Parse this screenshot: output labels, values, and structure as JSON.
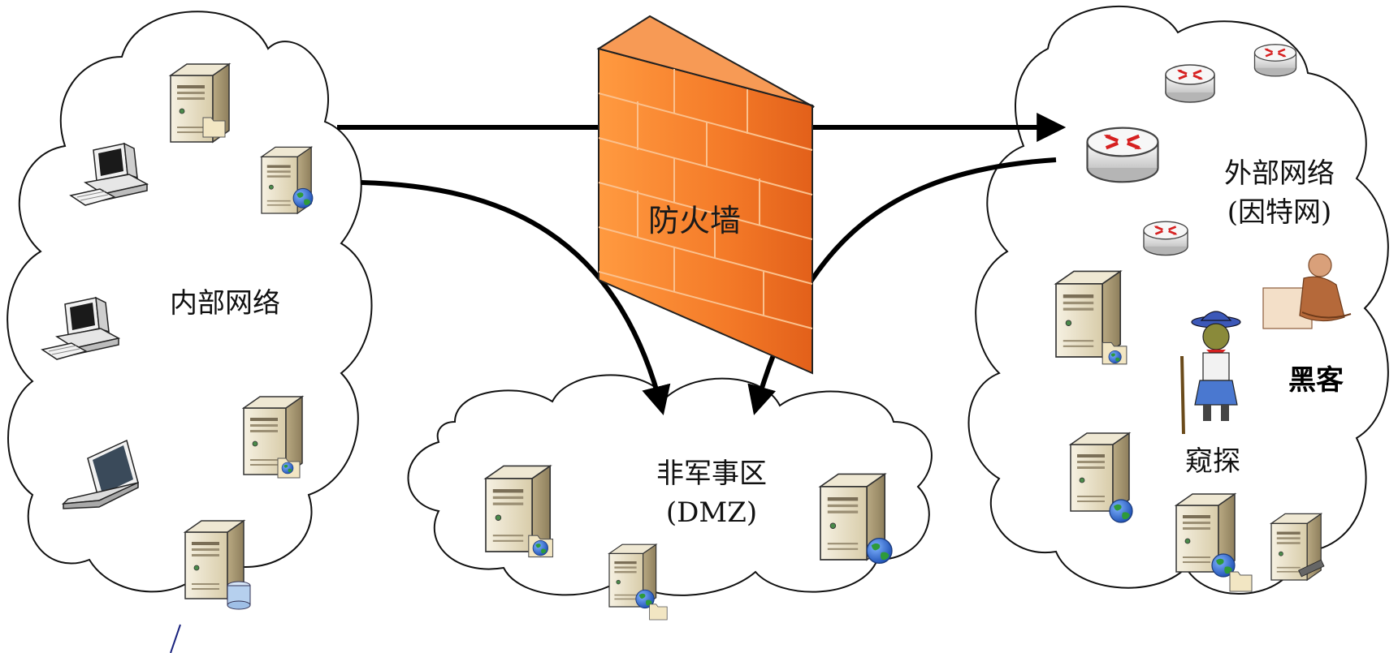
{
  "zones": {
    "internal": {
      "label": "内部网络"
    },
    "dmz": {
      "label_line1": "非军事区",
      "label_line2": "(DMZ)"
    },
    "external": {
      "label_line1": "外部网络",
      "label_line2": "(因特网)"
    }
  },
  "firewall": {
    "label": "防火墙",
    "color": "#f47a28"
  },
  "actors": {
    "hacker": "黑客",
    "spy": "窥探"
  },
  "colors": {
    "line": "#000000",
    "cloud_stroke": "#111111",
    "server_body": "#e6dcc4",
    "globe": "#2f6fd0",
    "router_arrow": "#d62020"
  },
  "icons": [
    "server-icon",
    "workstation-icon",
    "laptop-icon",
    "database-server-icon",
    "web-server-icon",
    "router-icon",
    "hacker-icon",
    "spy-icon",
    "firewall-icon"
  ]
}
